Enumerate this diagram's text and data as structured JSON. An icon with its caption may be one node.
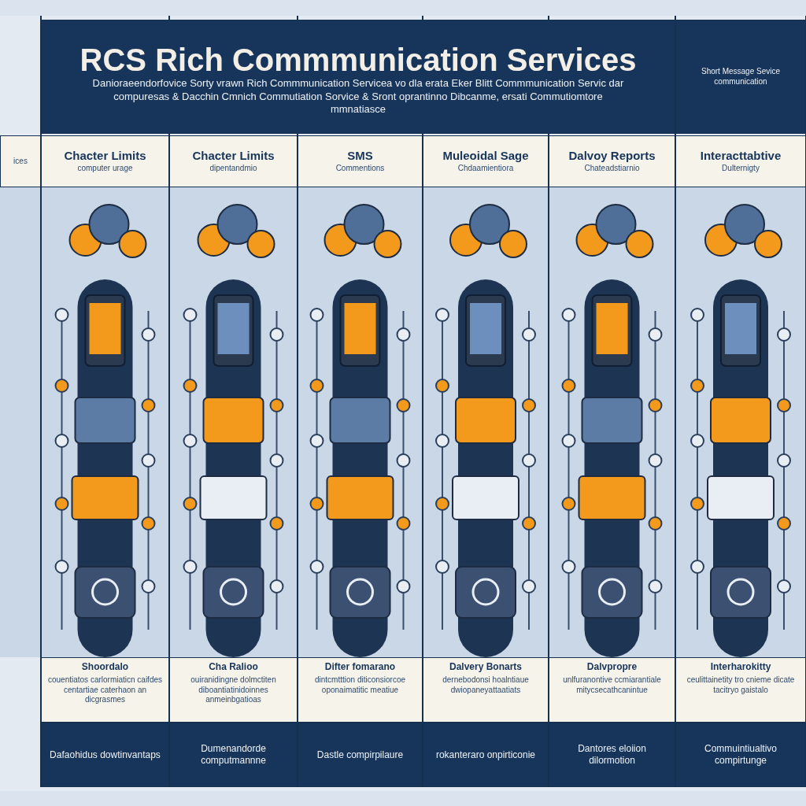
{
  "diagram": {
    "title": "RCS Rich Commmunication Services",
    "nodes": [
      {
        "text": [
          "Danioraeendorfovice Sorty vrawn Rich Commmunication Servicea vo dla erata Eker Blitt Commmunication Servic dar compuresas & Dacchin Cmnich Commutiation Sorvice & Sront oprantinno Dibcanme, ersati Commutiomtore mmnatiasce"
        ]
      },
      {
        "text": [
          "Short Message Sevice communication"
        ]
      },
      {
        "text": [
          "ices"
        ]
      },
      {
        "text": [
          "Chacter Limits",
          "computer urage"
        ]
      },
      {
        "text": [
          "Chacter Limits",
          "dipentandmio"
        ]
      },
      {
        "text": [
          "SMS",
          "Commentions"
        ]
      },
      {
        "text": [
          "Muleoidal Sage",
          "Chdaamientiora"
        ]
      },
      {
        "text": [
          "Dalvoy Reports",
          "Chateadstiarnio"
        ]
      },
      {
        "text": [
          "Interacttabtive",
          "Dulternigty"
        ]
      },
      {
        "text": [
          "Shoordalo",
          "couentiatos carlormiaticn caifdes centartiae caterhaon an dicgrasmes"
        ]
      },
      {
        "text": [
          "Cha Ralioo",
          "ouiranidingne dolmctiten diboantiatinidoinnes anmeinbgatioas"
        ]
      },
      {
        "text": [
          "Difter fomarano",
          "dintcmtttion diticonsiorcoe oponaimatitic meatiue"
        ]
      },
      {
        "text": [
          "Dalvery Bonarts",
          "dernebodonsi hoalntiaue dwiopaneyattaatiats"
        ]
      },
      {
        "text": [
          "Dalvpropre",
          "unlfuranontive ccmiarantiale mitycsecathcanintue"
        ]
      },
      {
        "text": [
          "Interharokitty",
          "ceulittainetity tro cnieme dicate tacitryo gaistalo"
        ]
      },
      {
        "text": [
          "Dafaohidus dowtinvantaps"
        ]
      },
      {
        "text": [
          "Dumenandorde computmannne"
        ]
      },
      {
        "text": [
          "Dastle compirpilaure"
        ]
      },
      {
        "text": [
          "rokanteraro onpirticonie"
        ]
      },
      {
        "text": [
          "Dantores eloiion dilormotion"
        ]
      },
      {
        "text": [
          "Commuintiualtivo compirtunge"
        ]
      }
    ]
  }
}
